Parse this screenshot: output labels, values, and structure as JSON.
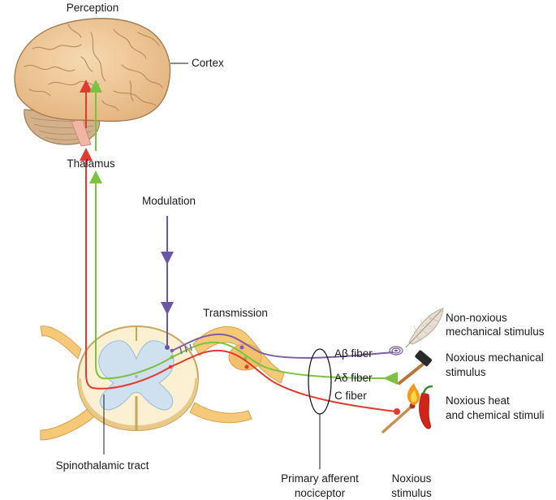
{
  "labels": {
    "perception": "Perception",
    "cortex": "Cortex",
    "thalamus": "Thalamus",
    "modulation": "Modulation",
    "transmission": "Transmission",
    "spinothalamic_tract": "Spinothalamic tract",
    "primary_afferent_line1": "Primary afferent",
    "primary_afferent_line2": "nociceptor",
    "noxious_stimulus_line1": "Noxious",
    "noxious_stimulus_line2": "stimulus",
    "a_beta_fiber": "Aβ fiber",
    "a_delta_fiber": "Aδ fiber",
    "c_fiber": "C fiber",
    "non_noxious_line1": "Non-noxious",
    "non_noxious_line2": "mechanical stimulus",
    "noxious_mech_line1": "Noxious mechanical",
    "noxious_mech_line2": "stimulus",
    "noxious_heat_line1": "Noxious heat",
    "noxious_heat_line2": "and chemical stimuli"
  },
  "colors": {
    "c_fiber": "#e23a2e",
    "a_delta_fiber": "#7cc242",
    "a_beta_fiber": "#7b5ea7",
    "modulation": "#6b55a8",
    "brain": "#f0c99a",
    "spinal_cord": "#fbf1d2",
    "grey_matter": "#cfe0ee",
    "nerve": "#f6c978"
  }
}
